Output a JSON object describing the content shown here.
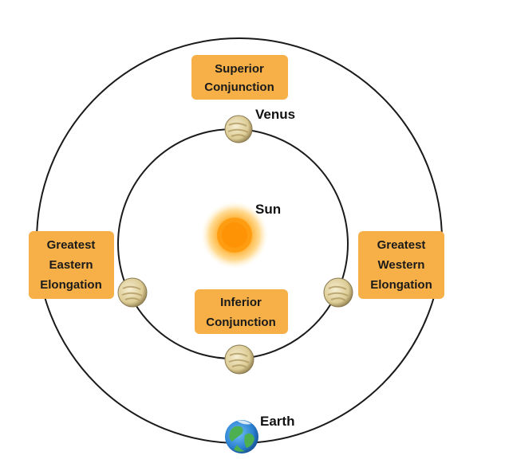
{
  "colors": {
    "background": "#ffffff",
    "orbit_line": "#1a1a1a",
    "label_box": "#f7b047",
    "label_text": "#1a1a1a",
    "sun_core": "#ff9a0a",
    "sun_glow": "#ffd27a",
    "venus_fill": "#e8dcae",
    "venus_bands": "#b5a06a",
    "earth_ocean": "#2f86d6",
    "earth_land": "#4caf50"
  },
  "bodies": {
    "sun": {
      "label": "Sun",
      "icon": "sun-icon"
    },
    "venus": {
      "label": "Venus",
      "icon": "venus-icon"
    },
    "earth": {
      "label": "Earth",
      "icon": "earth-globe-icon"
    }
  },
  "positions": {
    "superior_conjunction": {
      "lines": [
        "Superior",
        "Conjunction"
      ]
    },
    "inferior_conjunction": {
      "lines": [
        "Inferior",
        "Conjunction"
      ]
    },
    "greatest_eastern_elongation": {
      "lines": [
        "Greatest",
        "Eastern",
        "Elongation"
      ]
    },
    "greatest_western_elongation": {
      "lines": [
        "Greatest",
        "Western",
        "Elongation"
      ]
    }
  }
}
